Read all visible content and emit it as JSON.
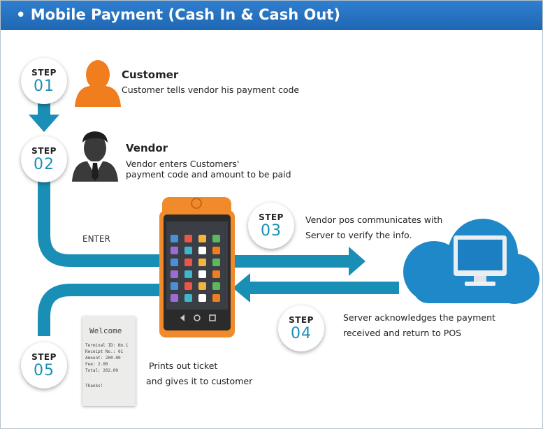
{
  "header": {
    "title": "• Mobile Payment (Cash In & Cash Out)"
  },
  "steps": [
    {
      "label": "STEP",
      "num": "01",
      "title": "Customer",
      "desc": [
        "Customer tells vendor  his payment code"
      ]
    },
    {
      "label": "STEP",
      "num": "02",
      "title": "Vendor",
      "desc": [
        "Vendor enters Customers'",
        "payment code and amount to be paid"
      ]
    },
    {
      "label": "STEP",
      "num": "03",
      "desc": [
        "Vendor pos communicates with",
        "Server to verify the info."
      ]
    },
    {
      "label": "STEP",
      "num": "04",
      "desc": [
        "Server acknowledges the payment",
        "received and return to POS"
      ]
    },
    {
      "label": "STEP",
      "num": "05",
      "desc": [
        "Prints out ticket",
        "and gives it to customer"
      ]
    }
  ],
  "enter_label": "ENTER",
  "receipt": {
    "title": "Welcome",
    "lines": [
      "Terminal ID: No.1",
      "Receipt No.: 01",
      "Amount: 200.00",
      "Fee: 2.00",
      "Total: 202.00",
      "",
      "Thanks!"
    ]
  },
  "colors": {
    "header": "#1f67b3",
    "flow": "#1a8fb5",
    "step_num": "#1a8fb5",
    "customer": "#f07d1e",
    "cloud": "#1e88c8",
    "pos_body": "#f08a2a"
  },
  "icons": [
    "customer-icon",
    "vendor-icon",
    "pos-terminal-icon",
    "cloud-server-icon",
    "receipt-icon"
  ]
}
